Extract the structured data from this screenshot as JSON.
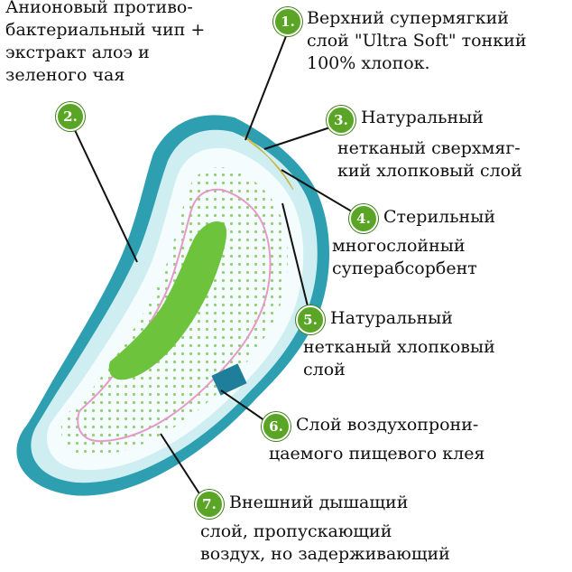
{
  "colors": {
    "accent_green": "#5aa526",
    "pad_teal": "#2d9fb0",
    "pad_light": "#e6f6f8",
    "core_green": "#6ec33d",
    "dot_green": "#8cc96a",
    "pink_stitch": "#e59ac8"
  },
  "annotations": [
    {
      "number": "1.",
      "lines": [
        "Верхний супермягкий",
        "слой \"Ultra Soft\"  тонкий",
        "100% хлопок."
      ]
    },
    {
      "number": "2.",
      "lines": [
        "Анионовый противо-",
        "бактериальный чип +",
        "экстракт алоэ и",
        "зеленого чая"
      ]
    },
    {
      "number": "3.",
      "lines": [
        "Натуральный",
        "нетканый сверхмяг-",
        "кий хлопковый слой"
      ]
    },
    {
      "number": "4.",
      "lines": [
        "Стерильный",
        "многослойный",
        "суперабсорбент"
      ]
    },
    {
      "number": "5.",
      "lines": [
        "Натуральный",
        "нетканый хлопковый",
        "слой"
      ]
    },
    {
      "number": "6.",
      "lines": [
        "Слой воздухопрони-",
        "цаемого пищевого клея"
      ]
    },
    {
      "number": "7.",
      "lines": [
        "Внешний дышащий",
        "слой, пропускающий",
        "воздух, но задерживающий"
      ]
    }
  ]
}
